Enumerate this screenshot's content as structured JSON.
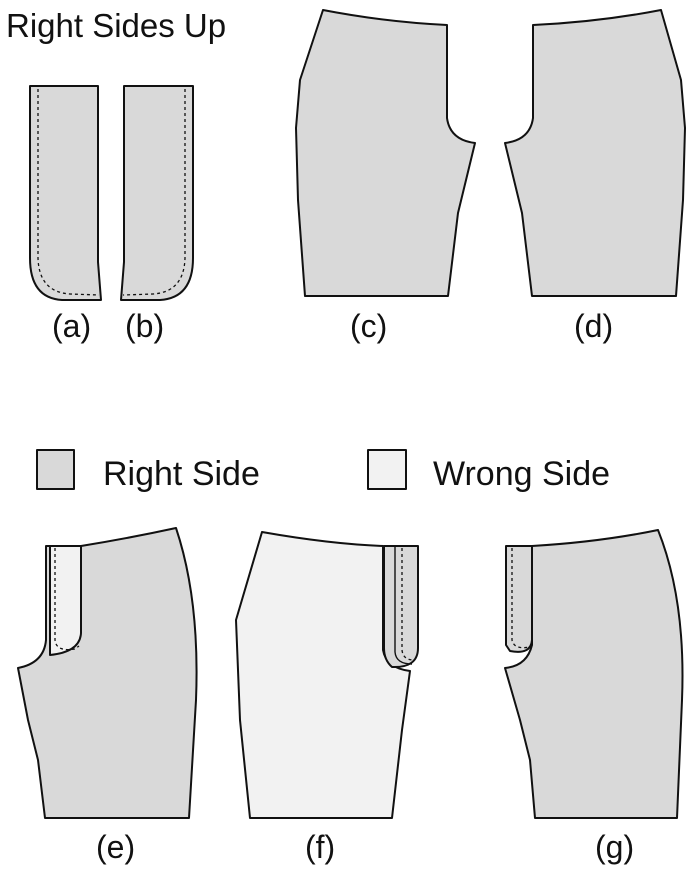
{
  "title": "Right Sides Up",
  "legend": {
    "right_side": "Right Side",
    "wrong_side": "Wrong Side"
  },
  "colors": {
    "right_side": "#d9d9d9",
    "wrong_side": "#f2f2f2",
    "outline": "#111111"
  },
  "labels": {
    "a": "(a)",
    "b": "(b)",
    "c": "(c)",
    "d": "(d)",
    "e": "(e)",
    "f": "(f)",
    "g": "(g)"
  }
}
